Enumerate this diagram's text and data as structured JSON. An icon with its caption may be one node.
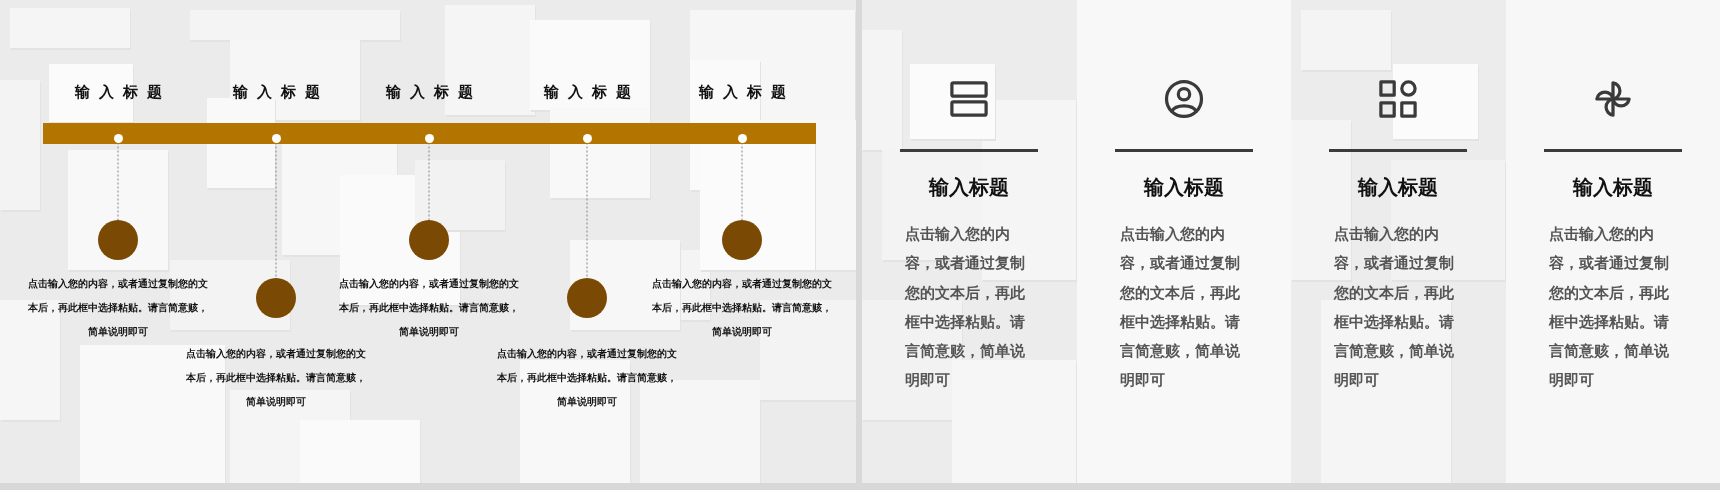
{
  "diagram": {
    "nodes": [
      {
        "text": [],
        "shape": "bar"
      },
      {
        "text": [],
        "shape": "circle",
        "in": 0,
        "beside": [
          "输入标题"
        ]
      },
      {
        "text": [],
        "shape": "circle",
        "in": 0,
        "beside": [
          "输入标题"
        ]
      },
      {
        "text": [],
        "shape": "circle",
        "in": 0,
        "beside": [
          "输入标题"
        ]
      },
      {
        "text": [],
        "shape": "circle",
        "in": 0,
        "beside": [
          "输入标题"
        ]
      },
      {
        "text": [],
        "shape": "circle",
        "in": 0,
        "beside": [
          "输入标题"
        ]
      },
      {
        "text": [],
        "shape": "circle",
        "beside": [
          "点击输入您的内容，或者通过复制您的文本后，再此框中选择粘贴。请言简意赅，简单说明即可"
        ]
      },
      {
        "text": [],
        "shape": "circle",
        "beside": [
          "点击输入您的内容，或者通过复制您的文本后，再此框中选择粘贴。请言简意赅，简单说明即可"
        ]
      },
      {
        "text": [],
        "shape": "circle",
        "beside": [
          "点击输入您的内容，或者通过复制您的文本后，再此框中选择粘贴。请言简意赅，简单说明即可"
        ]
      },
      {
        "text": [],
        "shape": "circle",
        "beside": [
          "点击输入您的内容，或者通过复制您的文本后，再此框中选择粘贴。请言简意赅，简单说明即可"
        ]
      },
      {
        "text": [],
        "shape": "circle",
        "beside": [
          "点击输入您的内容，或者通过复制您的文本后，再此框中选择粘贴。请言简意赅，简单说明即可"
        ]
      },
      {
        "text": [
          "输入标题",
          "点击输入您的内容，或者通过复制您的文本后，再此框中选择粘贴。请言简意赅，简单说明即可"
        ]
      },
      {
        "text": [
          "输入标题",
          "点击输入您的内容，或者通过复制您的文本后，再此框中选择粘贴。请言简意赅，简单说明即可"
        ]
      },
      {
        "text": [
          "输入标题",
          "点击输入您的内容，或者通过复制您的文本后，再此框中选择粘贴。请言简意赅，简单说明即可"
        ]
      },
      {
        "text": [
          "输入标题",
          "点击输入您的内容，或者通过复制您的文本后，再此框中选择粘贴。请言简意赅，简单说明即可"
        ]
      }
    ],
    "edges": [
      {
        "from": 1,
        "to": 6,
        "arrow": "none",
        "style": "dashed"
      },
      {
        "from": 2,
        "to": 7,
        "arrow": "none",
        "style": "dashed"
      },
      {
        "from": 3,
        "to": 8,
        "arrow": "none",
        "style": "dashed"
      },
      {
        "from": 4,
        "to": 9,
        "arrow": "none",
        "style": "dashed"
      },
      {
        "from": 5,
        "to": 10,
        "arrow": "none",
        "style": "dashed"
      }
    ]
  }
}
